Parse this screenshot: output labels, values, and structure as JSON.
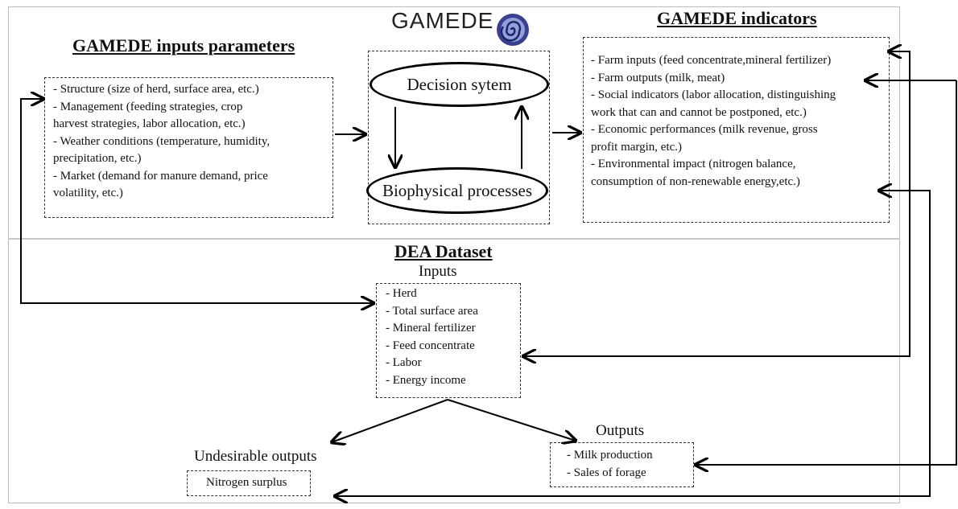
{
  "logo": {
    "text": "GAMEDE",
    "icon": "spiral-logo-icon"
  },
  "inputs_section": {
    "title": "GAMEDE inputs parameters",
    "lines": [
      "- Structure (size of herd, surface area, etc.)",
      "- Management (feeding strategies, crop",
      "harvest strategies, labor allocation, etc.)",
      "- Weather conditions (temperature, humidity,",
      "precipitation, etc.)",
      "- Market (demand for manure demand, price",
      "volatility, etc.)"
    ]
  },
  "model": {
    "decision": "Decision sytem",
    "biophysical": "Biophysical processes"
  },
  "indicators_section": {
    "title": "GAMEDE indicators",
    "lines": [
      "- Farm inputs (feed concentrate,mineral fertilizer)",
      "- Farm outputs (milk, meat)",
      "- Social indicators (labor allocation, distinguishing",
      "work that can and cannot be postponed, etc.)",
      "- Economic performances (milk revenue, gross",
      "profit margin, etc.)",
      "- Environmental impact (nitrogen balance,",
      "consumption of non-renewable energy,etc.)"
    ]
  },
  "dea": {
    "title": "DEA Dataset",
    "inputs_label": "Inputs",
    "inputs": [
      "- Herd",
      "- Total surface area",
      "- Mineral fertilizer",
      "- Feed concentrate",
      "- Labor",
      "- Energy income"
    ],
    "outputs_label": "Outputs",
    "outputs": [
      "- Milk production",
      "- Sales of forage"
    ],
    "undesirable_label": "Undesirable outputs",
    "undesirable": [
      "Nitrogen surplus"
    ]
  }
}
